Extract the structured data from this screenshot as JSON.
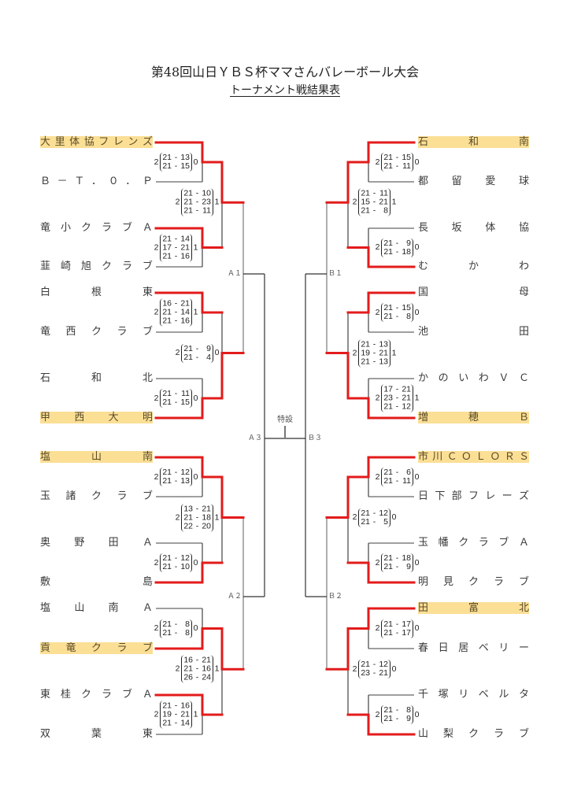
{
  "title": "第48回山日ＹＢＳ杯ママさんバレーボール大会",
  "subtitle": "トーナメント戦結果表",
  "center_label": "特設",
  "score_separator": "-",
  "colors": {
    "winner_line": "#e31b1b",
    "highlight": "#fbdf95"
  },
  "left": {
    "semifinal_labels": [
      "Ａ１",
      "Ａ２"
    ],
    "final_label": "Ａ３",
    "blocks": [
      {
        "teams": [
          {
            "name": "大里体協フレンズ",
            "highlighted": true
          },
          {
            "name": "Ｂ－Ｔ．０．Ｐ",
            "highlighted": false
          },
          {
            "name": "竜小クラブＡ",
            "highlighted": false
          },
          {
            "name": "韮崎旭クラブ",
            "highlighted": false
          }
        ],
        "round1": [
          {
            "winner": "upper",
            "sets_won": 2,
            "sets_lost": 0,
            "scores": [
              [
                21,
                13
              ],
              [
                21,
                15
              ]
            ]
          },
          {
            "winner": "upper",
            "sets_won": 2,
            "sets_lost": 1,
            "scores": [
              [
                21,
                14
              ],
              [
                17,
                21
              ],
              [
                21,
                16
              ]
            ]
          }
        ],
        "round2": {
          "winner": "upper",
          "sets_won": 2,
          "sets_lost": 1,
          "scores": [
            [
              21,
              10
            ],
            [
              21,
              23
            ],
            [
              21,
              11
            ]
          ]
        }
      },
      {
        "teams": [
          {
            "name": "白根東",
            "highlighted": false
          },
          {
            "name": "竜西クラブ",
            "highlighted": false
          },
          {
            "name": "石和北",
            "highlighted": false
          },
          {
            "name": "甲西大明",
            "highlighted": true
          }
        ],
        "round1": [
          {
            "winner": "upper",
            "sets_won": 2,
            "sets_lost": 1,
            "scores": [
              [
                16,
                21
              ],
              [
                21,
                14
              ],
              [
                21,
                16
              ]
            ]
          },
          {
            "winner": "lower",
            "sets_won": 2,
            "sets_lost": 0,
            "scores": [
              [
                21,
                11
              ],
              [
                21,
                15
              ]
            ]
          }
        ],
        "round2": {
          "winner": "lower",
          "sets_won": 2,
          "sets_lost": 0,
          "scores": [
            [
              21,
              9
            ],
            [
              21,
              4
            ]
          ]
        }
      },
      {
        "teams": [
          {
            "name": "塩山南",
            "highlighted": true
          },
          {
            "name": "玉諸クラブ",
            "highlighted": false
          },
          {
            "name": "奥野田Ａ",
            "highlighted": false
          },
          {
            "name": "敷島",
            "highlighted": false
          }
        ],
        "round1": [
          {
            "winner": "upper",
            "sets_won": 2,
            "sets_lost": 0,
            "scores": [
              [
                21,
                12
              ],
              [
                21,
                13
              ]
            ]
          },
          {
            "winner": "lower",
            "sets_won": 2,
            "sets_lost": 0,
            "scores": [
              [
                21,
                12
              ],
              [
                21,
                10
              ]
            ]
          }
        ],
        "round2": {
          "winner": "upper",
          "sets_won": 2,
          "sets_lost": 1,
          "scores": [
            [
              13,
              21
            ],
            [
              21,
              18
            ],
            [
              22,
              20
            ]
          ]
        }
      },
      {
        "teams": [
          {
            "name": "塩山南Ａ",
            "highlighted": false
          },
          {
            "name": "貢竜クラブ",
            "highlighted": true
          },
          {
            "name": "東桂クラブＡ",
            "highlighted": false
          },
          {
            "name": "双葉東",
            "highlighted": false
          }
        ],
        "round1": [
          {
            "winner": "lower",
            "sets_won": 2,
            "sets_lost": 0,
            "scores": [
              [
                21,
                8
              ],
              [
                21,
                8
              ]
            ]
          },
          {
            "winner": "upper",
            "sets_won": 2,
            "sets_lost": 1,
            "scores": [
              [
                21,
                16
              ],
              [
                19,
                21
              ],
              [
                21,
                14
              ]
            ]
          }
        ],
        "round2": {
          "winner": "upper",
          "sets_won": 2,
          "sets_lost": 1,
          "scores": [
            [
              16,
              21
            ],
            [
              21,
              16
            ],
            [
              26,
              24
            ]
          ]
        }
      }
    ]
  },
  "right": {
    "semifinal_labels": [
      "Ｂ１",
      "Ｂ２"
    ],
    "final_label": "Ｂ３",
    "blocks": [
      {
        "teams": [
          {
            "name": "石和南",
            "highlighted": true
          },
          {
            "name": "都留愛球",
            "highlighted": false
          },
          {
            "name": "長坂体協",
            "highlighted": false
          },
          {
            "name": "むかわ",
            "highlighted": false
          }
        ],
        "round1": [
          {
            "winner": "upper",
            "sets_won": 2,
            "sets_lost": 0,
            "scores": [
              [
                21,
                15
              ],
              [
                21,
                11
              ]
            ]
          },
          {
            "winner": "lower",
            "sets_won": 2,
            "sets_lost": 0,
            "scores": [
              [
                21,
                9
              ],
              [
                21,
                18
              ]
            ]
          }
        ],
        "round2": {
          "winner": "upper",
          "sets_won": 2,
          "sets_lost": 1,
          "scores": [
            [
              21,
              11
            ],
            [
              15,
              21
            ],
            [
              21,
              8
            ]
          ]
        }
      },
      {
        "teams": [
          {
            "name": "国母",
            "highlighted": false
          },
          {
            "name": "池田",
            "highlighted": false
          },
          {
            "name": "かのいわＶＣ",
            "highlighted": false
          },
          {
            "name": "増穂Ｂ",
            "highlighted": true
          }
        ],
        "round1": [
          {
            "winner": "upper",
            "sets_won": 2,
            "sets_lost": 0,
            "scores": [
              [
                21,
                15
              ],
              [
                21,
                8
              ]
            ]
          },
          {
            "winner": "lower",
            "sets_won": 2,
            "sets_lost": 1,
            "scores": [
              [
                17,
                21
              ],
              [
                23,
                21
              ],
              [
                21,
                12
              ]
            ]
          }
        ],
        "round2": {
          "winner": "lower",
          "sets_won": 2,
          "sets_lost": 1,
          "scores": [
            [
              21,
              13
            ],
            [
              19,
              21
            ],
            [
              21,
              13
            ]
          ]
        }
      },
      {
        "teams": [
          {
            "name": "市川ＣＯＬＯＲＳ",
            "highlighted": true
          },
          {
            "name": "日下部フレーズ",
            "highlighted": false
          },
          {
            "name": "玉幡クラブＡ",
            "highlighted": false
          },
          {
            "name": "明見クラブ",
            "highlighted": false
          }
        ],
        "round1": [
          {
            "winner": "upper",
            "sets_won": 2,
            "sets_lost": 0,
            "scores": [
              [
                21,
                6
              ],
              [
                21,
                11
              ]
            ]
          },
          {
            "winner": "lower",
            "sets_won": 2,
            "sets_lost": 0,
            "scores": [
              [
                21,
                18
              ],
              [
                21,
                9
              ]
            ]
          }
        ],
        "round2": {
          "winner": "upper",
          "sets_won": 2,
          "sets_lost": 0,
          "scores": [
            [
              21,
              12
            ],
            [
              21,
              5
            ]
          ]
        }
      },
      {
        "teams": [
          {
            "name": "田富北",
            "highlighted": true
          },
          {
            "name": "春日居ベリー",
            "highlighted": false
          },
          {
            "name": "千塚リベルタ",
            "highlighted": false
          },
          {
            "name": "山梨クラブ",
            "highlighted": false
          }
        ],
        "round1": [
          {
            "winner": "upper",
            "sets_won": 2,
            "sets_lost": 0,
            "scores": [
              [
                21,
                17
              ],
              [
                21,
                17
              ]
            ]
          },
          {
            "winner": "lower",
            "sets_won": 2,
            "sets_lost": 0,
            "scores": [
              [
                21,
                8
              ],
              [
                21,
                9
              ]
            ]
          }
        ],
        "round2": {
          "winner": "upper",
          "sets_won": 2,
          "sets_lost": 0,
          "scores": [
            [
              21,
              12
            ],
            [
              23,
              21
            ]
          ]
        }
      }
    ]
  }
}
